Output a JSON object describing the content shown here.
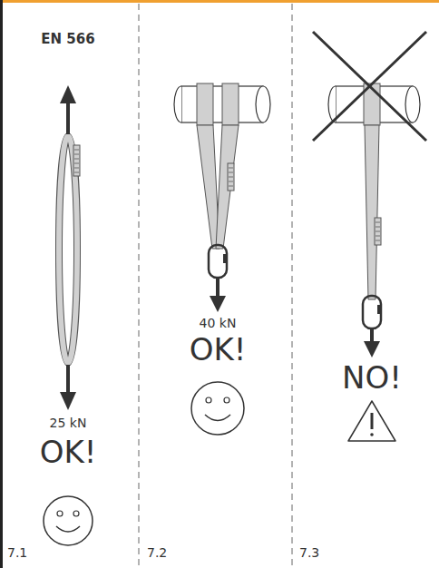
{
  "diagram": {
    "labels": [
      "EN 566",
      "25 kN",
      "OK!",
      "7.1",
      "40 kN",
      "OK!",
      "7.2",
      "NO!",
      "7.3"
    ]
  }
}
